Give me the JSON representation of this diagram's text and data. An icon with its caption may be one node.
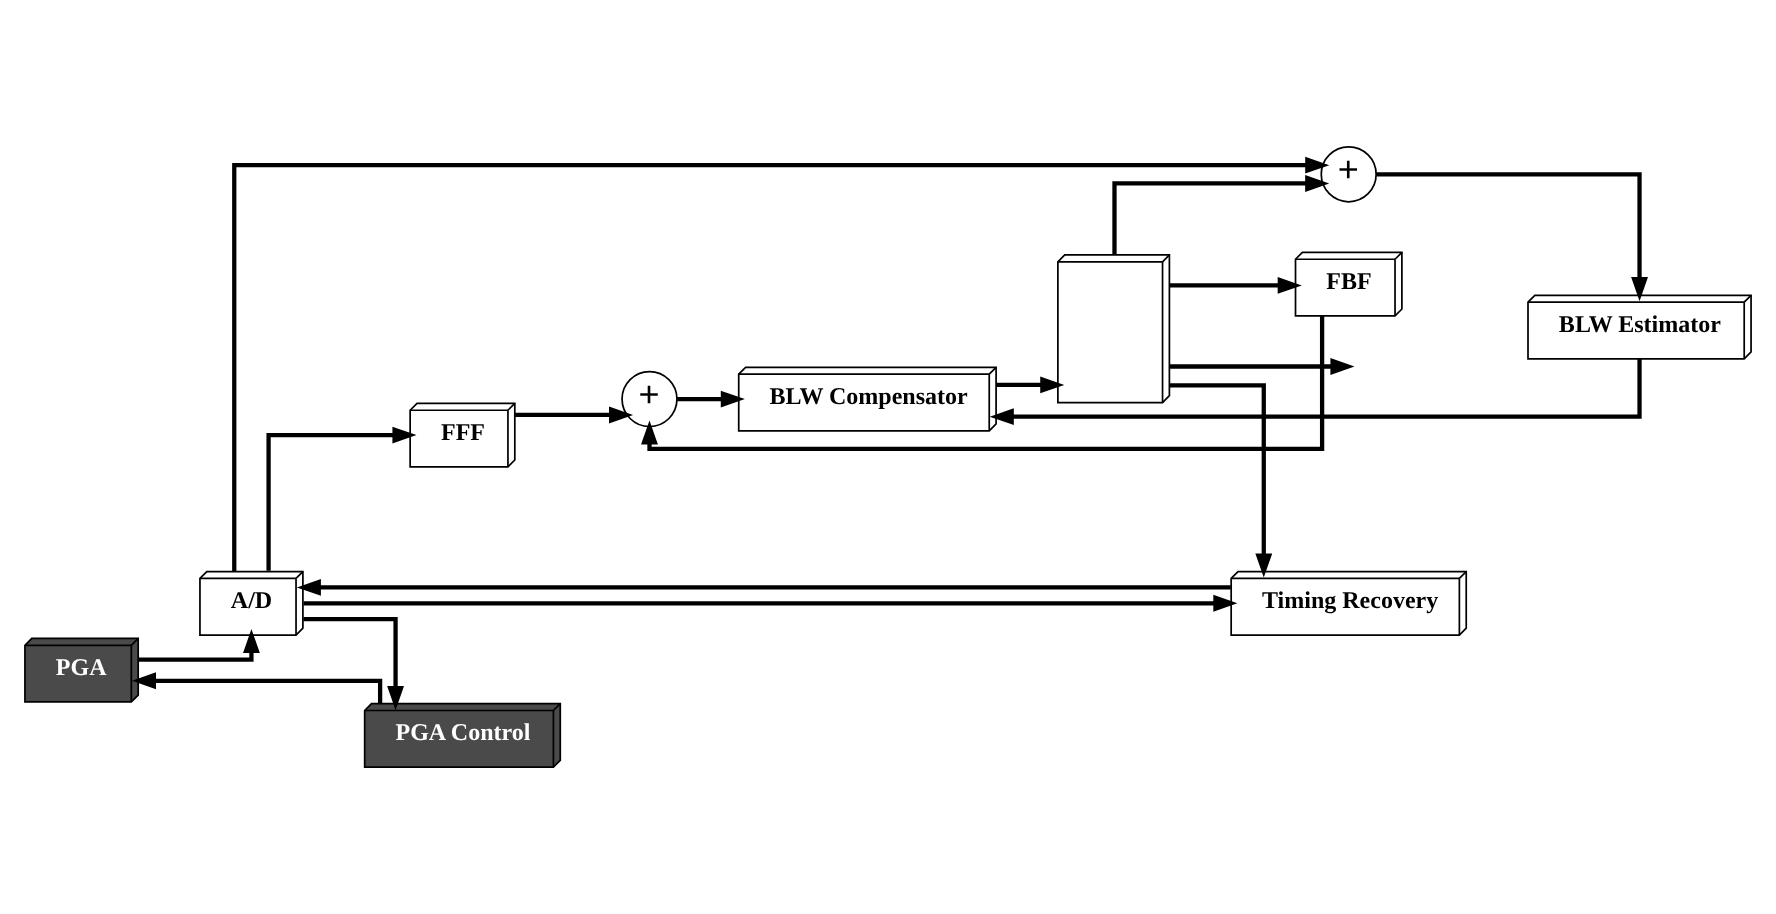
{
  "diagram": {
    "nodes": [
      {
        "text": [
          "PGA"
        ]
      },
      {
        "text": [
          "A/D"
        ]
      },
      {
        "text": [
          "FFF"
        ]
      },
      {
        "text": [
          "+"
        ]
      },
      {
        "text": [
          "BLW Estimator"
        ]
      },
      {
        "text": [
          "+"
        ]
      },
      {
        "text": [
          "BLW Compensator"
        ]
      },
      {
        "text": [],
        "shape": "box"
      },
      {
        "text": [
          "FBF"
        ]
      },
      {
        "text": [
          "Timing Recovery"
        ]
      },
      {
        "text": [
          "PGA Control"
        ]
      }
    ],
    "edges": [
      {
        "from": 0,
        "to": 1,
        "arrow": "to"
      },
      {
        "from": 1,
        "to": 2,
        "arrow": "to"
      },
      {
        "from": 1,
        "to": 9,
        "arrow": "to"
      },
      {
        "from": 1,
        "to": 5,
        "arrow": "to"
      },
      {
        "from": 1,
        "to": 10,
        "arrow": "to"
      },
      {
        "from": 2,
        "to": 3,
        "arrow": "to"
      },
      {
        "from": 3,
        "to": 6,
        "arrow": "to"
      },
      {
        "from": 6,
        "to": 7,
        "arrow": "to"
      },
      {
        "from": 7,
        "to": null,
        "arrow": "to"
      },
      {
        "from": 4,
        "to": 6,
        "arrow": "to"
      },
      {
        "from": 5,
        "to": 4,
        "arrow": "to"
      },
      {
        "from": 7,
        "to": 5,
        "arrow": "to"
      },
      {
        "from": 7,
        "to": 8,
        "arrow": "to"
      },
      {
        "from": 7,
        "to": 9,
        "arrow": "to"
      },
      {
        "from": 8,
        "to": 3,
        "arrow": "to"
      },
      {
        "from": 9,
        "to": 1,
        "arrow": "to"
      },
      {
        "from": 10,
        "to": 0,
        "arrow": "to"
      }
    ]
  }
}
